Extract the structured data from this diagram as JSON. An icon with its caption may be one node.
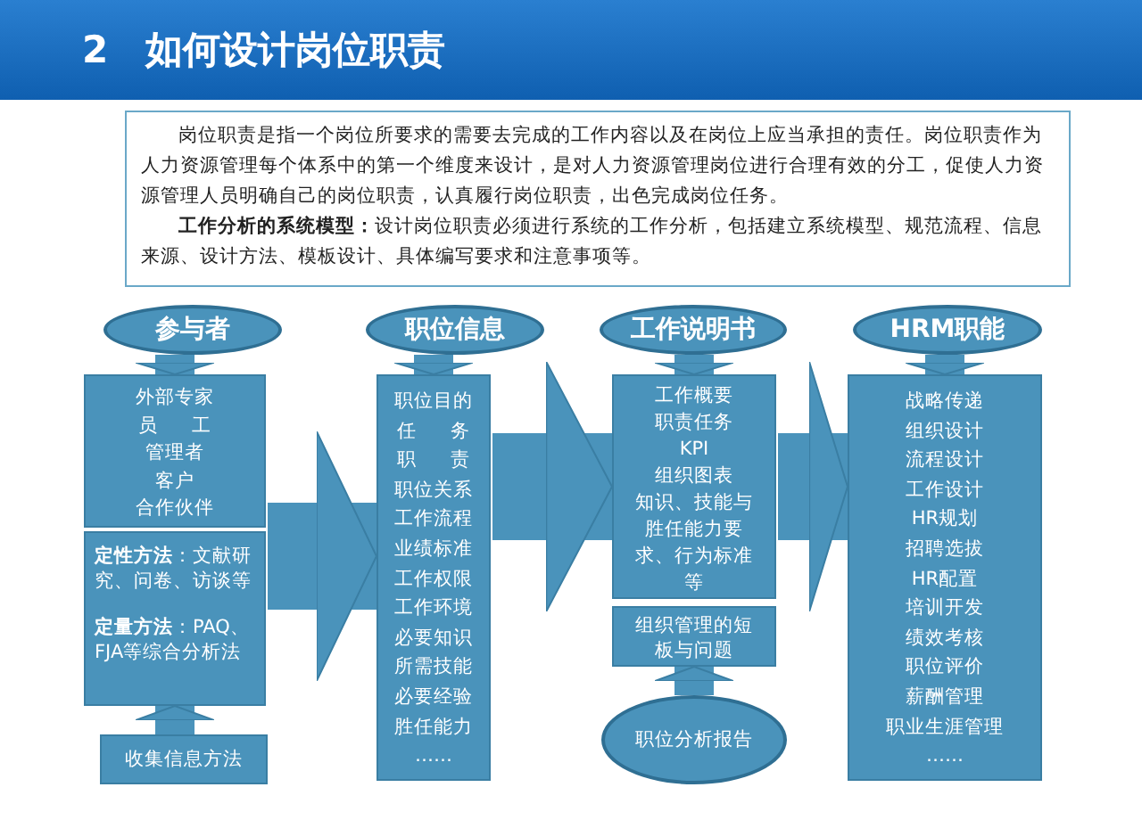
{
  "diagram": {
    "title": "2　如何设计岗位职责",
    "nodes": [
      {
        "text": [
          "岗位职责是指一个岗位所要求的需要去完成的工作内容以及在岗位上应当承担的责任。岗位职责作为人力资源管理每个体系中的第一个维度来设计，是对人力资源管理岗位进行合理有效的分工，促使人力资源管理人员明确自己的岗位职责，认真履行岗位职责，出色完成岗位任务。",
          "**工作分析的系统模型：**设计岗位职责必须进行系统的工作分析，包括建立系统模型、规范流程、信息来源、设计方法、模板设计、具体编写要求和注意事项等。"
        ]
      },
      {
        "text": [
          "参与者"
        ]
      },
      {
        "text": [
          "外部专家",
          "员 工",
          "管理者",
          "客户",
          "合作伙伴"
        ]
      },
      {
        "text": [
          "**定性方法**：文献研究、问卷、访谈等",
          "**定量方法**：PAQ、FJA等综合分析法"
        ]
      },
      {
        "text": [
          "收集信息方法"
        ]
      },
      {
        "text": [
          "职位信息"
        ]
      },
      {
        "text": [
          "职位目的",
          "任 务",
          "职 责",
          "职位关系",
          "工作流程",
          "业绩标准",
          "工作权限",
          "工作环境",
          "必要知识",
          "所需技能",
          "必要经验",
          "胜任能力",
          "……"
        ]
      },
      {
        "text": [
          "工作说明书"
        ]
      },
      {
        "text": [
          "工作概要",
          "职责任务",
          "KPI",
          "组织图表",
          "知识、技能与胜任能力要求、行为标准等"
        ]
      },
      {
        "text": [
          "组织管理的短板与问题"
        ]
      },
      {
        "text": [
          "职位分析报告"
        ]
      },
      {
        "text": [
          "HRM职能"
        ]
      },
      {
        "text": [
          "战略传递",
          "组织设计",
          "流程设计",
          "工作设计",
          "HR规划",
          "招聘选拔",
          "HR配置",
          "培训开发",
          "绩效考核",
          "职位评价",
          "薪酬管理",
          "职业生涯管理",
          "……"
        ]
      }
    ],
    "edges": [
      {
        "from": 1,
        "to": 2,
        "arrow": "to"
      },
      {
        "from": 4,
        "to": 3,
        "arrow": "to"
      },
      {
        "from": 3,
        "to": 6,
        "arrow": "to",
        "style": "thick"
      },
      {
        "from": 5,
        "to": 6,
        "arrow": "to"
      },
      {
        "from": 6,
        "to": 8,
        "arrow": "to",
        "style": "thick"
      },
      {
        "from": 7,
        "to": 8,
        "arrow": "to"
      },
      {
        "from": 10,
        "to": 9,
        "arrow": "to"
      },
      {
        "from": 8,
        "to": 12,
        "arrow": "to",
        "style": "thick"
      },
      {
        "from": 11,
        "to": 12,
        "arrow": "to"
      }
    ]
  }
}
